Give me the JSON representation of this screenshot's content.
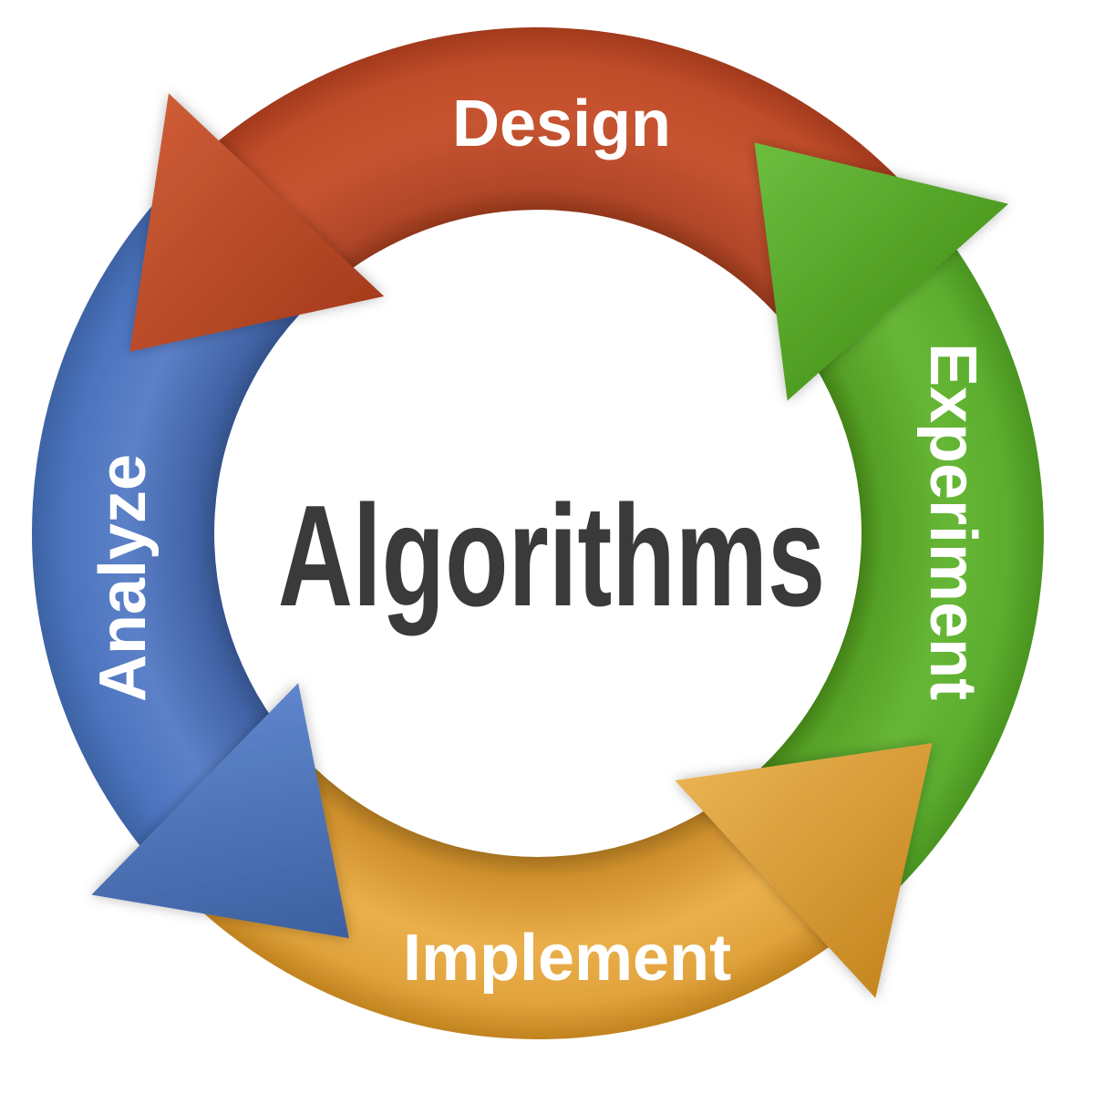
{
  "diagram": {
    "title": "Algorithms",
    "title_color": "#3a3a3a",
    "background_color": "#ffffff",
    "label_color": "#ffffff",
    "cycle_direction": "counterclockwise",
    "sequence": [
      "Design",
      "Analyze",
      "Implement",
      "Experiment"
    ],
    "steps": [
      {
        "label": "Design",
        "position": "top",
        "color": "#c04c2b"
      },
      {
        "label": "Analyze",
        "position": "left",
        "color": "#4c74bf"
      },
      {
        "label": "Implement",
        "position": "bottom",
        "color": "#e0a23c"
      },
      {
        "label": "Experiment",
        "position": "right",
        "color": "#5bad2e"
      }
    ]
  }
}
